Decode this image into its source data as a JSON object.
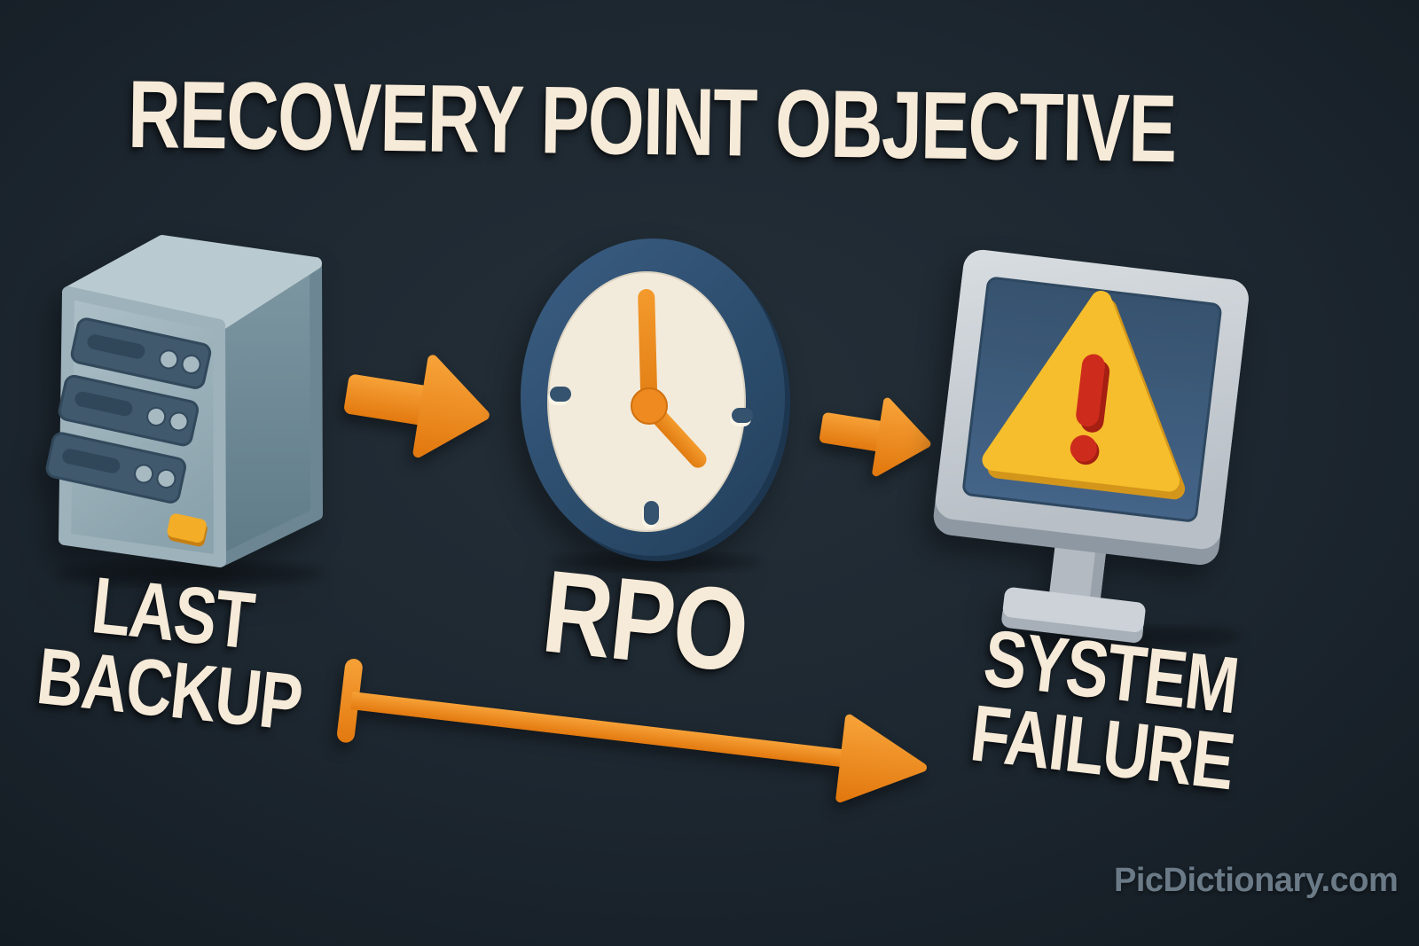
{
  "title": "RECOVERY POINT OBJECTIVE",
  "labels": {
    "last_backup": {
      "line1": "LAST",
      "line2": "BACKUP"
    },
    "rpo": "RPO",
    "system_failure": {
      "line1": "SYSTEM",
      "line2": "FAILURE"
    }
  },
  "watermark": "PicDictionary.com",
  "icons": [
    {
      "name": "server-icon"
    },
    {
      "name": "right-arrow-icon"
    },
    {
      "name": "clock-icon"
    },
    {
      "name": "right-arrow-icon"
    },
    {
      "name": "monitor-warning-icon"
    },
    {
      "name": "timeline-arrow-icon"
    }
  ],
  "colors": {
    "background_center": "#242f38",
    "background_edge": "#141c23",
    "cream_text": "#f6ead8",
    "orange": "#ee8a1f",
    "orange_dark": "#d2700e",
    "orange_light": "#f6a33c",
    "navy_ring": "#2c4c6c",
    "clock_face": "#f2ebdc",
    "server_light": "#a7bbc3",
    "server_top": "#b9cad0",
    "server_side": "#75909c",
    "bay_navy": "#41596d",
    "bay_slot": "#2f4759",
    "monitor_gray": "#ccd2d7",
    "screen_navy": "#3e5d7d",
    "warning_yellow": "#f6be2c",
    "warning_red": "#cd2c1c",
    "watermark_gray": "#6b7a87",
    "yellow_button": "#f3ad27"
  }
}
